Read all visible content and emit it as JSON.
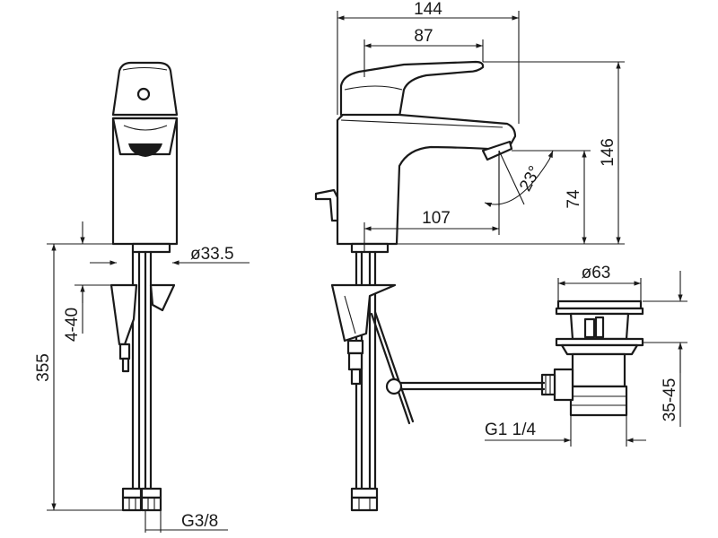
{
  "drawing": {
    "colors": {
      "line": "#1a1a1a",
      "background": "#ffffff"
    },
    "dimensions": {
      "width_overall": "144",
      "spout_reach": "87",
      "height_total": "146",
      "height_outlet": "74",
      "outlet_reach": "107",
      "spout_angle": "23°",
      "body_diameter": "ø33.5",
      "mount_thickness": "4-40",
      "hose_length": "355",
      "hose_thread": "G3/8",
      "waste_diameter": "ø63",
      "waste_thread": "G1 1/4",
      "waste_height": "35-45"
    }
  }
}
